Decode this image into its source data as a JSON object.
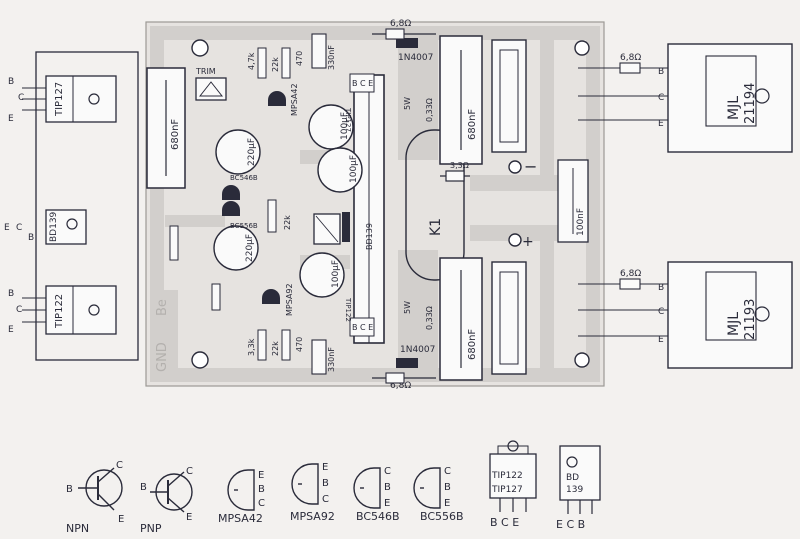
{
  "power_transistors": {
    "top": {
      "line1": "MJL",
      "line2": "21194",
      "resistor": "6,8Ω",
      "pins": [
        "B",
        "C",
        "E"
      ]
    },
    "bottom": {
      "line1": "MJL",
      "line2": "21193",
      "resistor": "6,8Ω",
      "pins": [
        "B",
        "C",
        "E"
      ]
    }
  },
  "left_parts": [
    {
      "name": "TIP127",
      "pins": "B C E"
    },
    {
      "name": "BD139",
      "pins": "E C B"
    },
    {
      "name": "TIP122",
      "pins": "B C E"
    }
  ],
  "board_labels": {
    "r_top_feedback": "6,8Ω",
    "r_bottom_feedback": "6,8Ω",
    "diode_top": "1N4007",
    "diode_bottom": "1N4007",
    "cap_big_left": "680nF",
    "cap_right_top": "680nF",
    "cap_right_bottom": "680nF",
    "cap_100nf": "100nF",
    "coil": "K1",
    "r_3_3": "3,3Ω",
    "trim": "TRIM",
    "bd_part": "BD139",
    "bc_part": "BC546B",
    "bc_part_2": "BC556B",
    "tip_top": "TIP127",
    "tip_bottom": "TIP122",
    "mpsa_top": "MPSA42",
    "mpsa_bottom": "MPSA92",
    "r_470": "470",
    "r_47k": "4,7k",
    "r_22k": "22k",
    "r_33k": "3,3k",
    "cap_330": "330nF",
    "cap_220": "220µF",
    "cap_100uf": "100µF",
    "r_033": "0,33Ω",
    "r_5w": "5W",
    "plus": "+",
    "minus": "−",
    "be_label": "Be",
    "gnd_label": "GND",
    "bce_top": "B C E",
    "bce_bottom": "B C E"
  },
  "legend": {
    "npn": {
      "label": "NPN",
      "pins": [
        "B",
        "C",
        "E"
      ]
    },
    "pnp": {
      "label": "PNP",
      "pins": [
        "B",
        "C",
        "E"
      ]
    },
    "packages": [
      {
        "label": "MPSA42",
        "pins": [
          "E",
          "B",
          "C"
        ]
      },
      {
        "label": "MPSA92",
        "pins": [
          "E",
          "B",
          "C"
        ]
      },
      {
        "label": "BC546B",
        "pins": [
          "C",
          "B",
          "E"
        ]
      },
      {
        "label": "BC556B",
        "pins": [
          "C",
          "B",
          "E"
        ]
      }
    ],
    "tip": {
      "line1": "TIP122",
      "line2": "TIP127",
      "pins": "B C E"
    },
    "bd": {
      "line1": "BD",
      "line2": "139",
      "pins": "E C B"
    }
  }
}
